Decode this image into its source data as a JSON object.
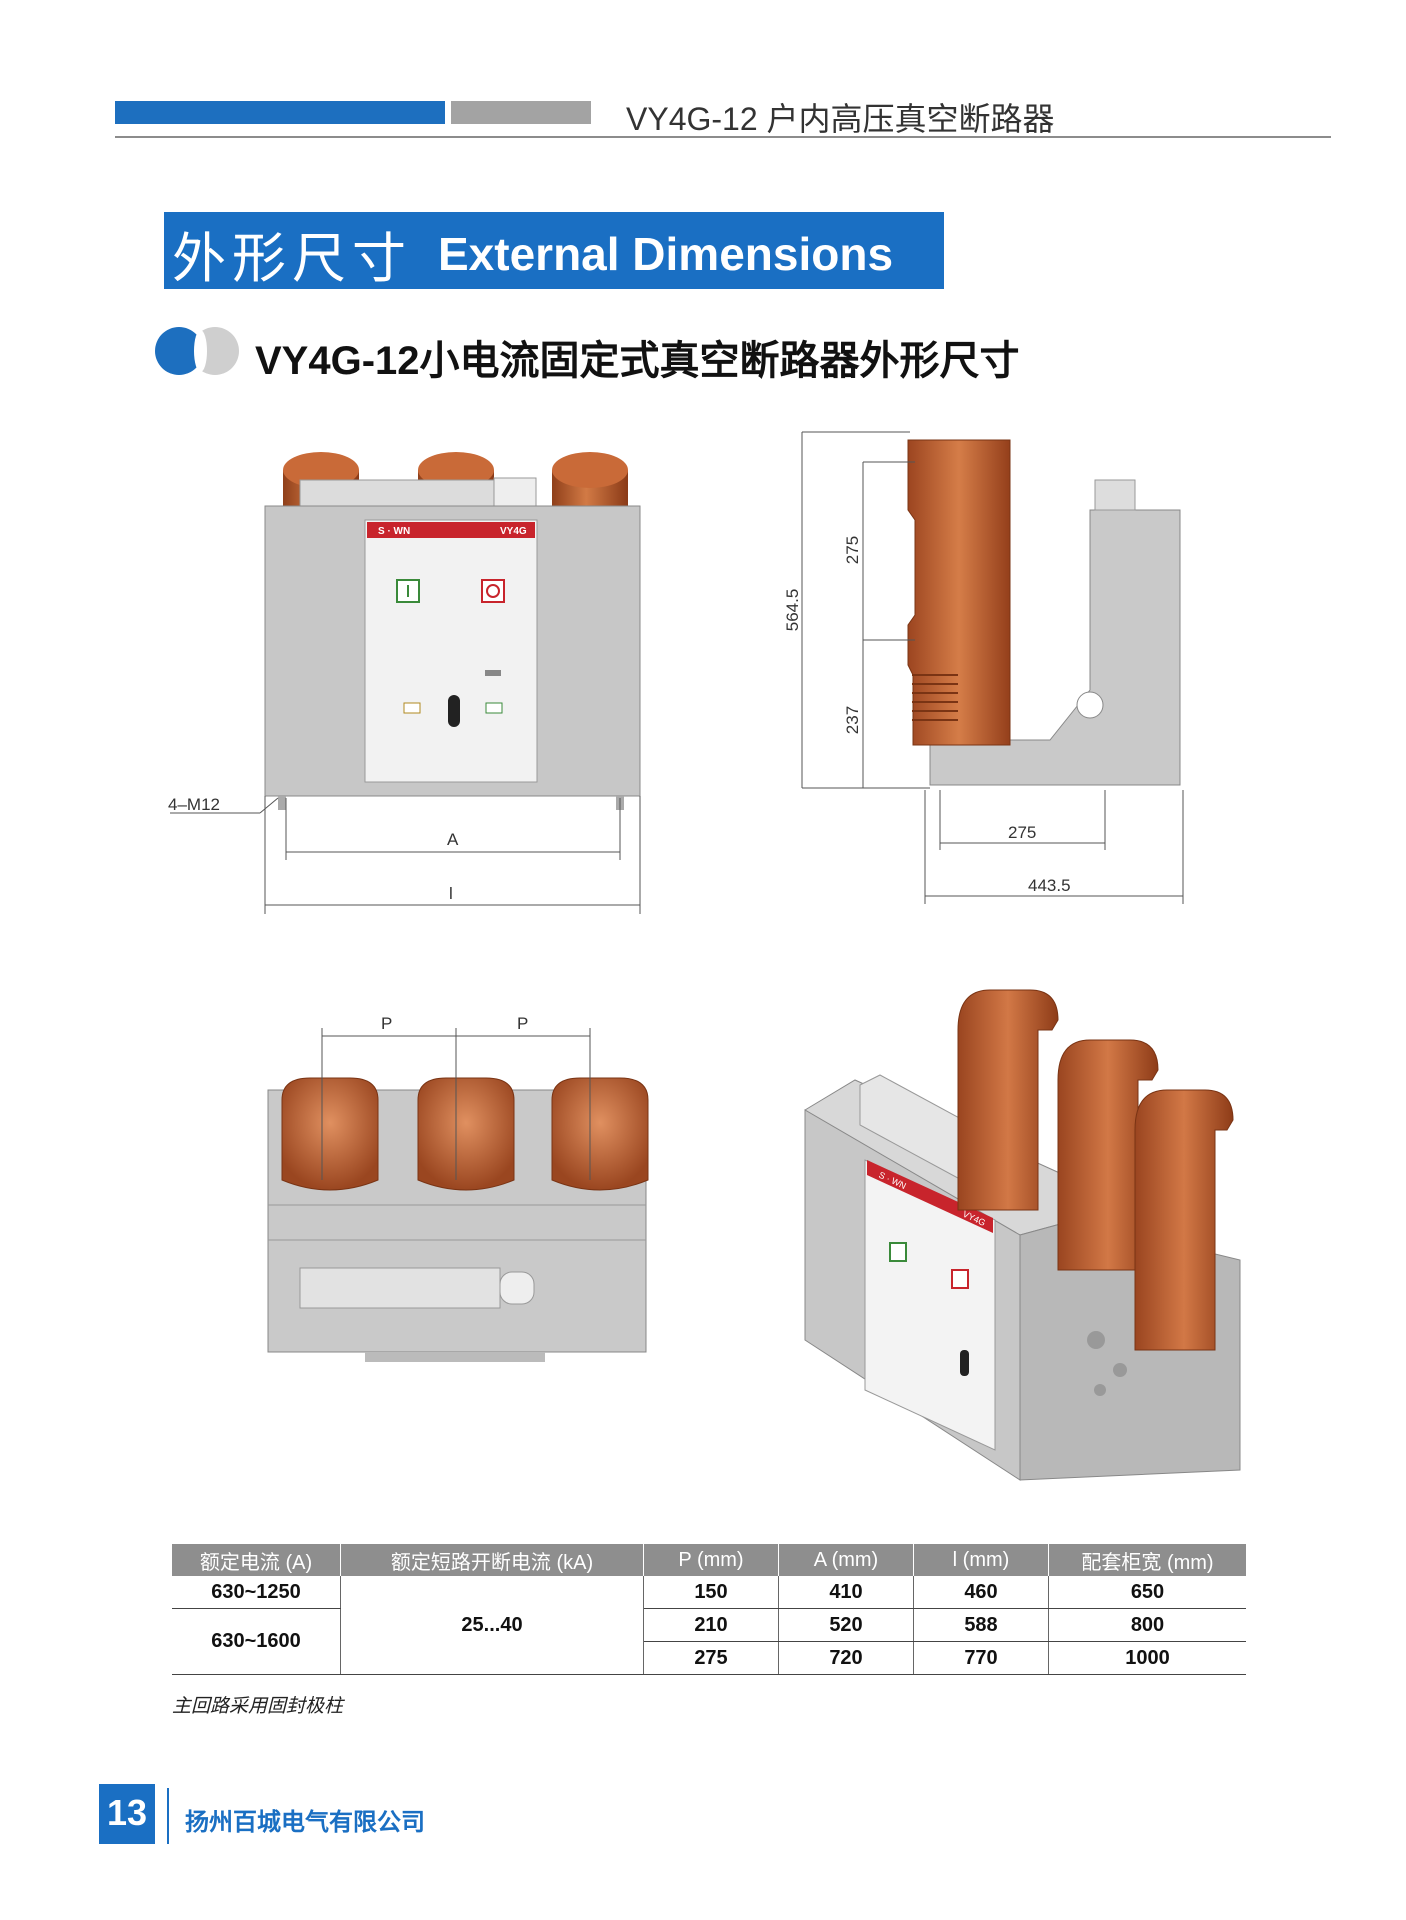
{
  "header": {
    "title": "VY4G-12 户内高压真空断路器"
  },
  "section": {
    "title_cn": "外形尺寸",
    "title_en": "External Dimensions"
  },
  "subtitle": "VY4G-12小电流固定式真空断路器外形尺寸",
  "front_view": {
    "brand": "S · WN",
    "model": "VY4G",
    "mount_label": "4–M12",
    "dim_a": "A",
    "dim_l": "l"
  },
  "side_view": {
    "dim_total_height": "564.5",
    "dim_upper": "275",
    "dim_lower": "237",
    "dim_base": "275",
    "dim_depth": "443.5"
  },
  "top_view": {
    "dim_p1": "P",
    "dim_p2": "P"
  },
  "iso_view": {
    "brand": "S · WN",
    "model": "VY4G"
  },
  "table": {
    "headers": [
      "额定电流 (A)",
      "额定短路开断电流 (kA)",
      "P (mm)",
      "A (mm)",
      "l (mm)",
      "配套柜宽 (mm)"
    ],
    "current_1": "630~1250",
    "current_2": "630~1600",
    "breaking": "25...40",
    "rows": [
      [
        "150",
        "410",
        "460",
        "650"
      ],
      [
        "210",
        "520",
        "588",
        "800"
      ],
      [
        "275",
        "720",
        "770",
        "1000"
      ]
    ]
  },
  "note": "主回路采用固封极柱",
  "footer": {
    "page": "13",
    "company": "扬州百城电气有限公司"
  },
  "colors": {
    "brand_blue": "#1a6fc3",
    "gray": "#a3a3a3",
    "pole_orange": "#c45f2e",
    "panel_gray": "#c9c9c9"
  }
}
